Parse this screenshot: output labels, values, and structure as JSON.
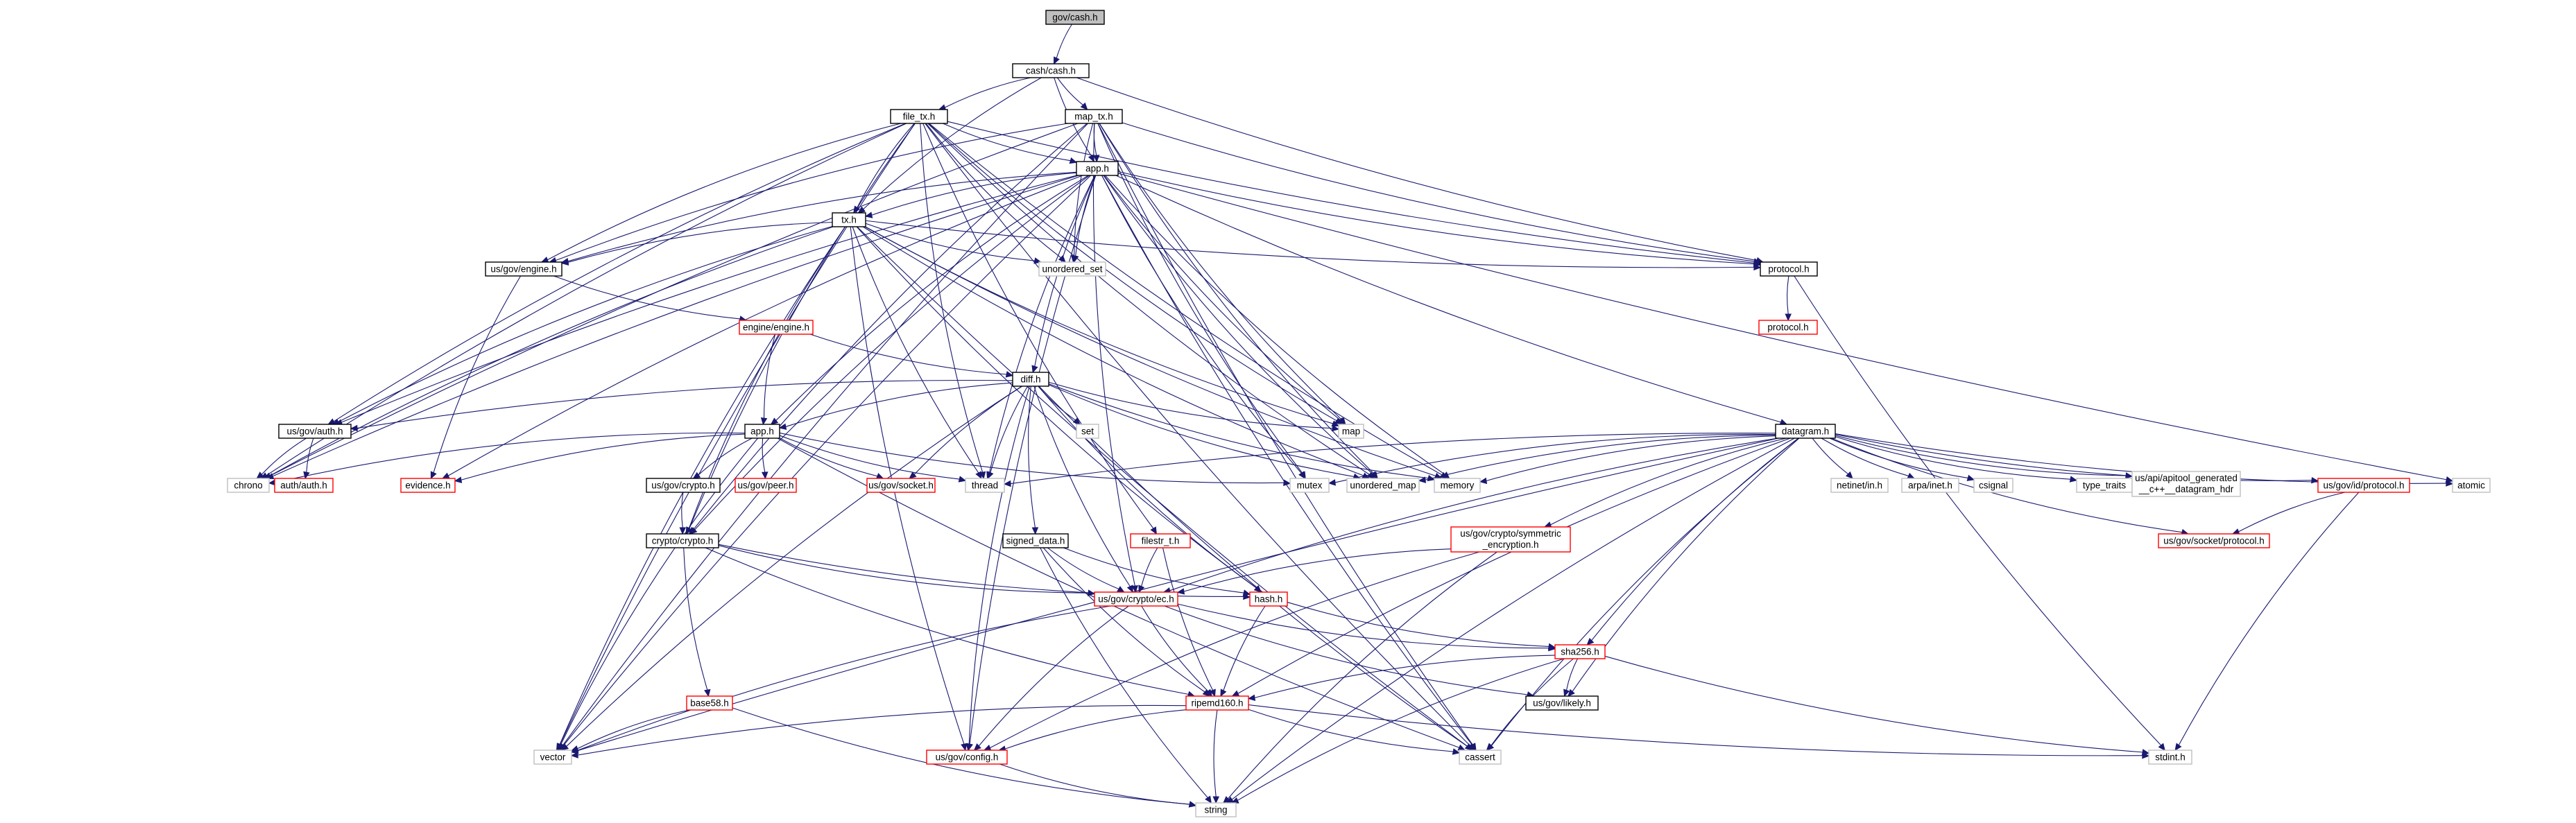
{
  "diagram": {
    "type": "include-dependency-graph",
    "colors": {
      "edge": "#191970",
      "root_fill": "#bfbfbf",
      "documented_border": "#000000",
      "undocumented_border": "#ff0000",
      "system_border": "#bfbfbf",
      "node_fill": "#ffffff",
      "text": "#000000"
    },
    "nodes": [
      {
        "id": "root",
        "label": "gov/cash.h",
        "kind": "root"
      },
      {
        "id": "cash",
        "label": "cash/cash.h",
        "kind": "doc"
      },
      {
        "id": "file_tx",
        "label": "file_tx.h",
        "kind": "doc"
      },
      {
        "id": "map_tx",
        "label": "map_tx.h",
        "kind": "doc"
      },
      {
        "id": "app",
        "label": "app.h",
        "kind": "doc"
      },
      {
        "id": "tx",
        "label": "tx.h",
        "kind": "doc"
      },
      {
        "id": "engine_us",
        "label": "us/gov/engine.h",
        "kind": "doc"
      },
      {
        "id": "unordered_set",
        "label": "unordered_set",
        "kind": "sys"
      },
      {
        "id": "protocol",
        "label": "protocol.h",
        "kind": "doc"
      },
      {
        "id": "protocol_r",
        "label": "protocol.h",
        "kind": "ext"
      },
      {
        "id": "engine_engine",
        "label": "engine/engine.h",
        "kind": "ext"
      },
      {
        "id": "diff",
        "label": "diff.h",
        "kind": "doc"
      },
      {
        "id": "datagram",
        "label": "datagram.h",
        "kind": "doc"
      },
      {
        "id": "auth",
        "label": "us/gov/auth.h",
        "kind": "doc"
      },
      {
        "id": "app2",
        "label": "app.h",
        "kind": "doc"
      },
      {
        "id": "set",
        "label": "set",
        "kind": "sys"
      },
      {
        "id": "map",
        "label": "map",
        "kind": "sys"
      },
      {
        "id": "chrono",
        "label": "chrono",
        "kind": "sys"
      },
      {
        "id": "auth_auth",
        "label": "auth/auth.h",
        "kind": "ext"
      },
      {
        "id": "evidence",
        "label": "evidence.h",
        "kind": "ext"
      },
      {
        "id": "thread",
        "label": "thread",
        "kind": "sys"
      },
      {
        "id": "mutex",
        "label": "mutex",
        "kind": "sys"
      },
      {
        "id": "unordered_map",
        "label": "unordered_map",
        "kind": "sys"
      },
      {
        "id": "memory",
        "label": "memory",
        "kind": "sys"
      },
      {
        "id": "netinet",
        "label": "netinet/in.h",
        "kind": "sys"
      },
      {
        "id": "arpa",
        "label": "arpa/inet.h",
        "kind": "sys"
      },
      {
        "id": "csignal",
        "label": "csignal",
        "kind": "sys"
      },
      {
        "id": "type_traits",
        "label": "type_traits",
        "kind": "sys"
      },
      {
        "id": "apitool",
        "label": "us/api/apitool_generated\n__c++__datagram_hdr",
        "kind": "sys"
      },
      {
        "id": "id_protocol",
        "label": "us/gov/id/protocol.h",
        "kind": "ext"
      },
      {
        "id": "atomic",
        "label": "atomic",
        "kind": "sys"
      },
      {
        "id": "gov_crypto",
        "label": "us/gov/crypto.h",
        "kind": "doc"
      },
      {
        "id": "peer",
        "label": "us/gov/peer.h",
        "kind": "ext"
      },
      {
        "id": "socket",
        "label": "us/gov/socket.h",
        "kind": "ext"
      },
      {
        "id": "crypto_crypto",
        "label": "crypto/crypto.h",
        "kind": "doc"
      },
      {
        "id": "signed_data",
        "label": "signed_data.h",
        "kind": "doc"
      },
      {
        "id": "filestr",
        "label": "filestr_t.h",
        "kind": "ext"
      },
      {
        "id": "symmetric",
        "label": "us/gov/crypto/symmetric\n_encryption.h",
        "kind": "ext"
      },
      {
        "id": "socket_protocol",
        "label": "us/gov/socket/protocol.h",
        "kind": "ext"
      },
      {
        "id": "ec",
        "label": "us/gov/crypto/ec.h",
        "kind": "ext"
      },
      {
        "id": "hash",
        "label": "hash.h",
        "kind": "ext"
      },
      {
        "id": "sha256",
        "label": "sha256.h",
        "kind": "ext"
      },
      {
        "id": "base58",
        "label": "base58.h",
        "kind": "ext"
      },
      {
        "id": "ripemd",
        "label": "ripemd160.h",
        "kind": "ext"
      },
      {
        "id": "likely",
        "label": "us/gov/likely.h",
        "kind": "doc"
      },
      {
        "id": "vector",
        "label": "vector",
        "kind": "sys"
      },
      {
        "id": "config",
        "label": "us/gov/config.h",
        "kind": "ext"
      },
      {
        "id": "cassert",
        "label": "cassert",
        "kind": "sys"
      },
      {
        "id": "stdint",
        "label": "stdint.h",
        "kind": "sys"
      },
      {
        "id": "string",
        "label": "string",
        "kind": "sys"
      }
    ],
    "edges": [
      [
        "root",
        "cash"
      ],
      [
        "cash",
        "file_tx"
      ],
      [
        "cash",
        "map_tx"
      ],
      [
        "cash",
        "app"
      ],
      [
        "cash",
        "tx"
      ],
      [
        "cash",
        "protocol"
      ],
      [
        "file_tx",
        "app"
      ],
      [
        "file_tx",
        "tx"
      ],
      [
        "file_tx",
        "engine_us"
      ],
      [
        "file_tx",
        "unordered_set"
      ],
      [
        "file_tx",
        "protocol"
      ],
      [
        "file_tx",
        "auth"
      ],
      [
        "file_tx",
        "chrono"
      ],
      [
        "file_tx",
        "map"
      ],
      [
        "file_tx",
        "thread"
      ],
      [
        "file_tx",
        "unordered_map"
      ],
      [
        "file_tx",
        "memory"
      ],
      [
        "file_tx",
        "crypto_crypto"
      ],
      [
        "file_tx",
        "filestr"
      ],
      [
        "file_tx",
        "cassert"
      ],
      [
        "file_tx",
        "vector"
      ],
      [
        "map_tx",
        "app"
      ],
      [
        "map_tx",
        "engine_us"
      ],
      [
        "map_tx",
        "unordered_set"
      ],
      [
        "map_tx",
        "protocol"
      ],
      [
        "map_tx",
        "map"
      ],
      [
        "map_tx",
        "unordered_map"
      ],
      [
        "map_tx",
        "ec"
      ],
      [
        "map_tx",
        "vector"
      ],
      [
        "map_tx",
        "chrono"
      ],
      [
        "map_tx",
        "mutex"
      ],
      [
        "map_tx",
        "cassert"
      ],
      [
        "map_tx",
        "crypto_crypto"
      ],
      [
        "app",
        "tx"
      ],
      [
        "app",
        "engine_us"
      ],
      [
        "app",
        "unordered_set"
      ],
      [
        "app",
        "protocol"
      ],
      [
        "app",
        "diff"
      ],
      [
        "app",
        "datagram"
      ],
      [
        "app",
        "auth"
      ],
      [
        "app",
        "app2"
      ],
      [
        "app",
        "map"
      ],
      [
        "app",
        "chrono"
      ],
      [
        "app",
        "evidence"
      ],
      [
        "app",
        "thread"
      ],
      [
        "app",
        "mutex"
      ],
      [
        "app",
        "unordered_map"
      ],
      [
        "app",
        "memory"
      ],
      [
        "app",
        "atomic"
      ],
      [
        "app",
        "crypto_crypto"
      ],
      [
        "app",
        "config"
      ],
      [
        "app",
        "vector"
      ],
      [
        "app",
        "cassert"
      ],
      [
        "tx",
        "engine_us"
      ],
      [
        "tx",
        "unordered_set"
      ],
      [
        "tx",
        "protocol"
      ],
      [
        "tx",
        "auth"
      ],
      [
        "tx",
        "map"
      ],
      [
        "tx",
        "chrono"
      ],
      [
        "tx",
        "thread"
      ],
      [
        "tx",
        "unordered_map"
      ],
      [
        "tx",
        "memory"
      ],
      [
        "tx",
        "crypto_crypto"
      ],
      [
        "tx",
        "hash"
      ],
      [
        "tx",
        "vector"
      ],
      [
        "tx",
        "config"
      ],
      [
        "tx",
        "cassert"
      ],
      [
        "engine_us",
        "engine_engine"
      ],
      [
        "engine_us",
        "evidence"
      ],
      [
        "protocol",
        "protocol_r"
      ],
      [
        "protocol",
        "stdint"
      ],
      [
        "engine_engine",
        "diff"
      ],
      [
        "engine_engine",
        "app2"
      ],
      [
        "diff",
        "auth"
      ],
      [
        "diff",
        "app2"
      ],
      [
        "diff",
        "set"
      ],
      [
        "diff",
        "map"
      ],
      [
        "diff",
        "thread"
      ],
      [
        "diff",
        "unordered_map"
      ],
      [
        "diff",
        "memory"
      ],
      [
        "diff",
        "socket"
      ],
      [
        "diff",
        "signed_data"
      ],
      [
        "diff",
        "ec"
      ],
      [
        "diff",
        "hash"
      ],
      [
        "diff",
        "vector"
      ],
      [
        "diff",
        "cassert"
      ],
      [
        "diff",
        "config"
      ],
      [
        "auth",
        "chrono"
      ],
      [
        "auth",
        "auth_auth"
      ],
      [
        "app2",
        "chrono"
      ],
      [
        "app2",
        "evidence"
      ],
      [
        "app2",
        "thread"
      ],
      [
        "app2",
        "mutex"
      ],
      [
        "app2",
        "gov_crypto"
      ],
      [
        "app2",
        "peer"
      ],
      [
        "app2",
        "socket"
      ],
      [
        "app2",
        "vector"
      ],
      [
        "app2",
        "cassert"
      ],
      [
        "datagram",
        "thread"
      ],
      [
        "datagram",
        "mutex"
      ],
      [
        "datagram",
        "unordered_map"
      ],
      [
        "datagram",
        "memory"
      ],
      [
        "datagram",
        "netinet"
      ],
      [
        "datagram",
        "arpa"
      ],
      [
        "datagram",
        "csignal"
      ],
      [
        "datagram",
        "type_traits"
      ],
      [
        "datagram",
        "apitool"
      ],
      [
        "datagram",
        "id_protocol"
      ],
      [
        "datagram",
        "atomic"
      ],
      [
        "datagram",
        "symmetric"
      ],
      [
        "datagram",
        "sha256"
      ],
      [
        "datagram",
        "ripemd"
      ],
      [
        "datagram",
        "vector"
      ],
      [
        "datagram",
        "likely"
      ],
      [
        "datagram",
        "cassert"
      ],
      [
        "datagram",
        "string"
      ],
      [
        "datagram",
        "socket_protocol"
      ],
      [
        "datagram",
        "ec"
      ],
      [
        "gov_crypto",
        "crypto_crypto"
      ],
      [
        "crypto_crypto",
        "ec"
      ],
      [
        "crypto_crypto",
        "base58"
      ],
      [
        "crypto_crypto",
        "hash"
      ],
      [
        "crypto_crypto",
        "ripemd"
      ],
      [
        "signed_data",
        "ec"
      ],
      [
        "signed_data",
        "hash"
      ],
      [
        "signed_data",
        "ripemd"
      ],
      [
        "signed_data",
        "string"
      ],
      [
        "filestr",
        "ec"
      ],
      [
        "filestr",
        "ripemd"
      ],
      [
        "symmetric",
        "ec"
      ],
      [
        "symmetric",
        "config"
      ],
      [
        "symmetric",
        "string"
      ],
      [
        "id_protocol",
        "socket_protocol"
      ],
      [
        "id_protocol",
        "stdint"
      ],
      [
        "ec",
        "ripemd"
      ],
      [
        "ec",
        "sha256"
      ],
      [
        "ec",
        "likely"
      ],
      [
        "ec",
        "vector"
      ],
      [
        "ec",
        "config"
      ],
      [
        "hash",
        "ripemd"
      ],
      [
        "hash",
        "sha256"
      ],
      [
        "sha256",
        "ripemd"
      ],
      [
        "sha256",
        "likely"
      ],
      [
        "sha256",
        "cassert"
      ],
      [
        "sha256",
        "stdint"
      ],
      [
        "sha256",
        "string"
      ],
      [
        "base58",
        "vector"
      ],
      [
        "base58",
        "string"
      ],
      [
        "ripemd",
        "vector"
      ],
      [
        "ripemd",
        "config"
      ],
      [
        "ripemd",
        "cassert"
      ],
      [
        "ripemd",
        "stdint"
      ],
      [
        "ripemd",
        "string"
      ],
      [
        "config",
        "string"
      ]
    ]
  }
}
